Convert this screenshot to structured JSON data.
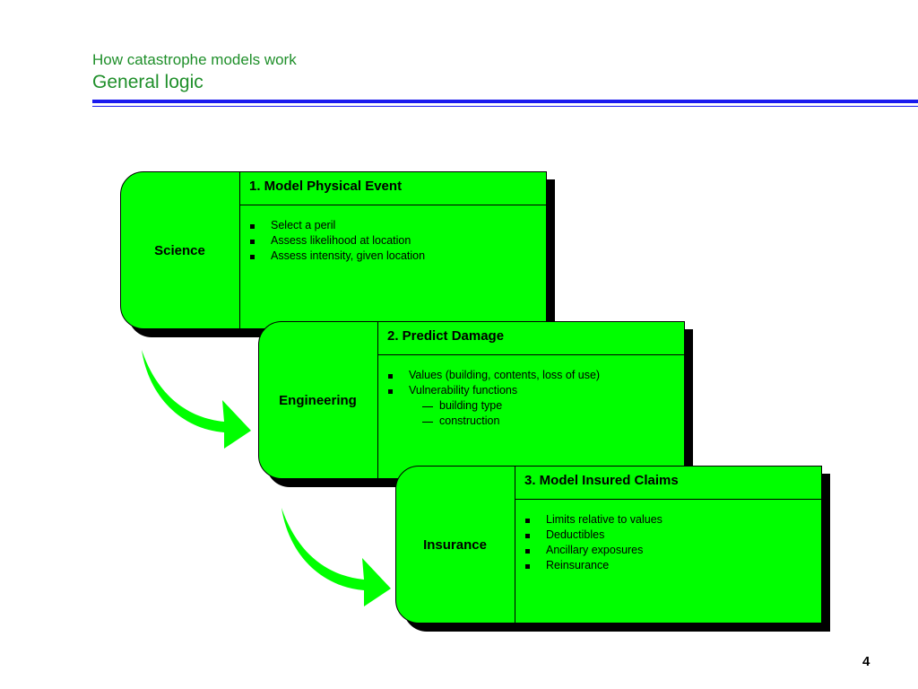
{
  "header": {
    "title": "How catastrophe models work",
    "subtitle": "General logic"
  },
  "stages": [
    {
      "label": "Science",
      "heading": "1.  Model Physical Event",
      "bullets": [
        "Select a peril",
        "Assess likelihood at location",
        "Assess intensity, given location"
      ]
    },
    {
      "label": "Engineering",
      "heading": "2.  Predict Damage",
      "bullets": [
        "Values (building, contents, loss of use)",
        "Vulnerability functions"
      ],
      "sub_bullets": [
        "building type",
        "construction"
      ]
    },
    {
      "label": "Insurance",
      "heading": "3.  Model Insured Claims",
      "bullets": [
        "Limits relative to values",
        "Deductibles",
        "Ancillary exposures",
        "Reinsurance"
      ]
    }
  ],
  "colors": {
    "title": "#1f8f2a",
    "rule": "#1a1aee",
    "box_fill": "#00ff00",
    "arrow_fill": "#00ff00"
  },
  "arrow_icons": [
    "curved-arrow-icon",
    "curved-arrow-icon"
  ],
  "page_number": "4"
}
